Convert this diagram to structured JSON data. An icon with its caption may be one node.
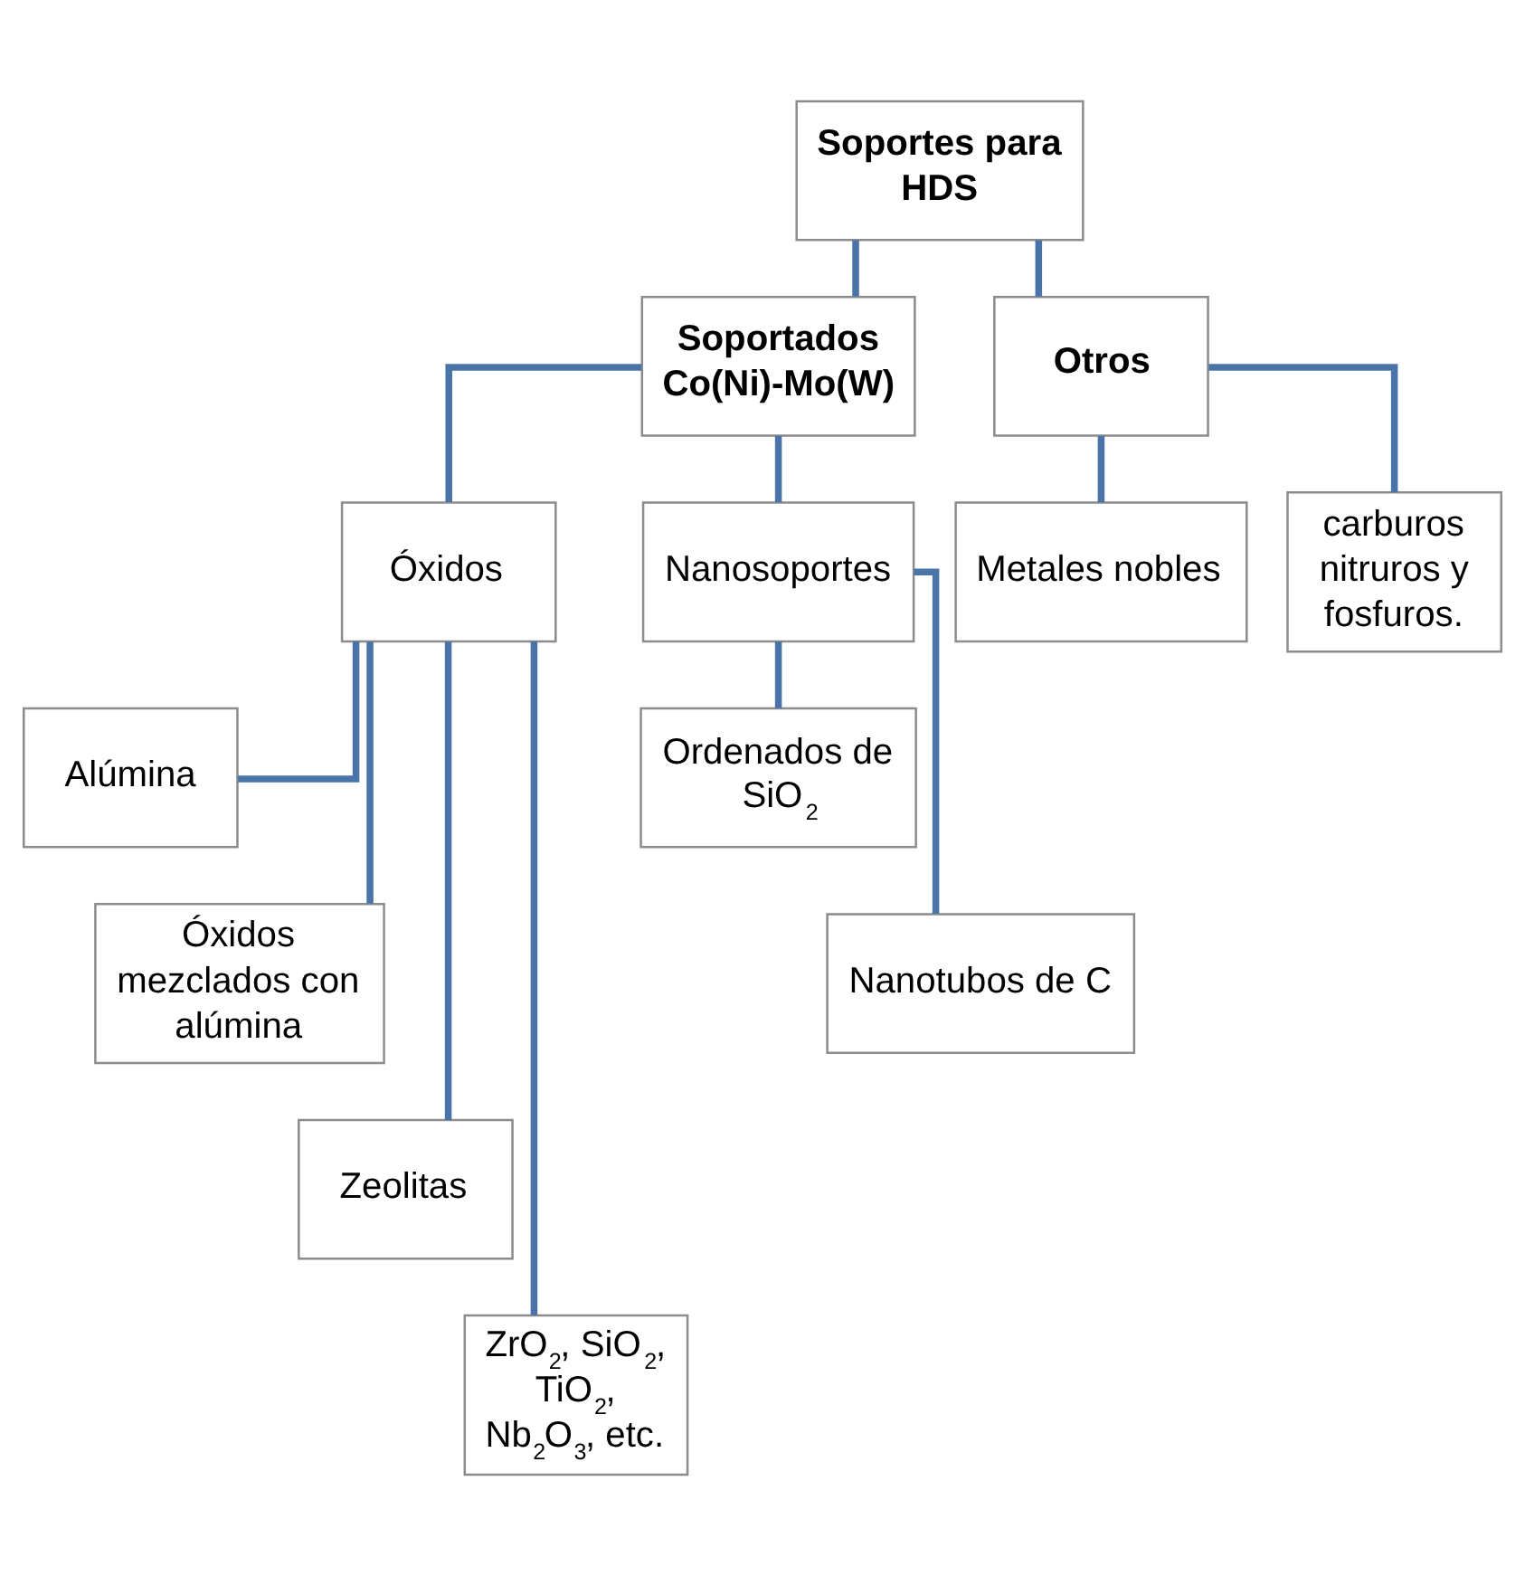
{
  "diagram": {
    "nodes": [
      {
        "text": [
          "Soportes para HDS"
        ]
      },
      {
        "text": [
          "Soportados Co(Ni)-Mo(W)"
        ]
      },
      {
        "text": [
          "Otros"
        ]
      },
      {
        "text": [
          "Óxidos"
        ]
      },
      {
        "text": [
          "Nanosoportes"
        ]
      },
      {
        "text": [
          "Metales nobles"
        ]
      },
      {
        "text": [
          "carburos nitruros y fosfuros."
        ]
      },
      {
        "text": [
          "Alúmina"
        ]
      },
      {
        "text": [
          "Óxidos mezclados con alúmina"
        ]
      },
      {
        "text": [
          "Zeolitas"
        ]
      },
      {
        "text": [
          "ZrO$_{2}$, SiO$_{2}$, TiO$_{2}$, Nb$_{2}$O$_{3}$, etc."
        ]
      },
      {
        "text": [
          "Ordenados de SiO$_{2}$"
        ]
      },
      {
        "text": [
          "Nanotubos de C"
        ]
      }
    ],
    "edges": [
      {
        "from": 0,
        "to": 1,
        "arrow": "none"
      },
      {
        "from": 0,
        "to": 2,
        "arrow": "none"
      },
      {
        "from": 1,
        "to": 3,
        "arrow": "none"
      },
      {
        "from": 1,
        "to": 4,
        "arrow": "none"
      },
      {
        "from": 2,
        "to": 5,
        "arrow": "none"
      },
      {
        "from": 2,
        "to": 6,
        "arrow": "none"
      },
      {
        "from": 3,
        "to": 7,
        "arrow": "none"
      },
      {
        "from": 3,
        "to": 8,
        "arrow": "none"
      },
      {
        "from": 3,
        "to": 9,
        "arrow": "none"
      },
      {
        "from": 3,
        "to": 10,
        "arrow": "none"
      },
      {
        "from": 4,
        "to": 11,
        "arrow": "none"
      },
      {
        "from": 4,
        "to": 12,
        "arrow": "none"
      }
    ]
  }
}
